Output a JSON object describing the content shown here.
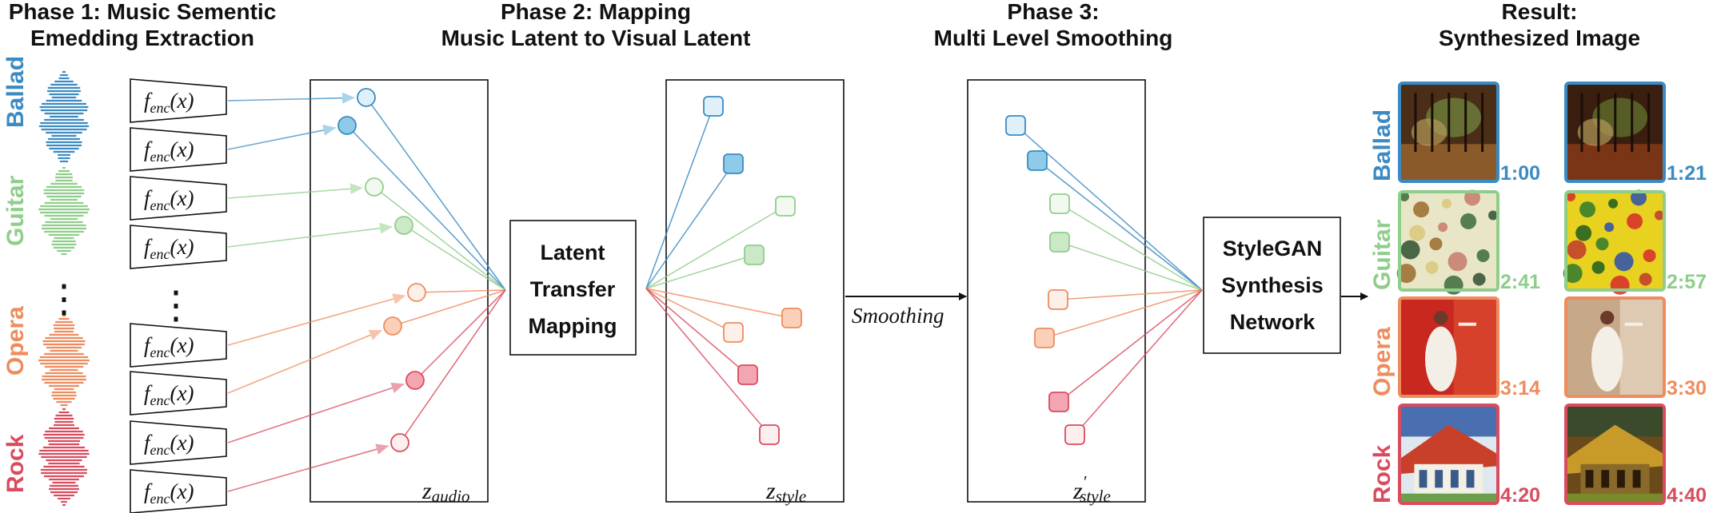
{
  "titles": {
    "phase1": [
      "Phase 1: Music Sementic",
      "Emedding Extraction"
    ],
    "phase2": [
      "Phase 2: Mapping",
      "Music Latent to Visual Latent"
    ],
    "phase3": [
      "Phase 3:",
      "Multi Level Smoothing"
    ],
    "result": [
      "Result:",
      "Synthesized Image"
    ]
  },
  "encoder": {
    "f": "f",
    "sub": "enc",
    "arg": "(x)"
  },
  "latent_box": {
    "lines": [
      "Latent",
      "Transfer",
      "Mapping"
    ]
  },
  "stylegan_box": {
    "lines": [
      "StyleGAN",
      "Synthesis",
      "Network"
    ]
  },
  "smoothing_label": "Smoothing",
  "latents": {
    "audio": {
      "z": "z",
      "sub": "audio",
      "prime": ""
    },
    "style": {
      "z": "z",
      "sub": "style",
      "prime": ""
    },
    "style_smooth": {
      "z": "z",
      "sub": "style",
      "prime": "′"
    }
  },
  "genres": [
    {
      "name": "Ballad",
      "color": "#3b8bc2",
      "fill_strong": "#8ecbe8",
      "fill_light": "#dff0fa",
      "times": [
        "1:00",
        "1:21"
      ]
    },
    {
      "name": "Guitar",
      "color": "#8fce8a",
      "fill_strong": "#cbe9c6",
      "fill_light": "#f2faf0",
      "times": [
        "2:41",
        "2:57"
      ]
    },
    {
      "name": "Opera",
      "color": "#ee8c5e",
      "fill_strong": "#fbd0b8",
      "fill_light": "#fdf0e8",
      "times": [
        "3:14",
        "3:30"
      ]
    },
    {
      "name": "Rock",
      "color": "#d94c5e",
      "fill_strong": "#f3a6b1",
      "fill_light": "#fdeef0",
      "times": [
        "4:20",
        "4:40"
      ]
    }
  ],
  "ellipsis": "⋮"
}
